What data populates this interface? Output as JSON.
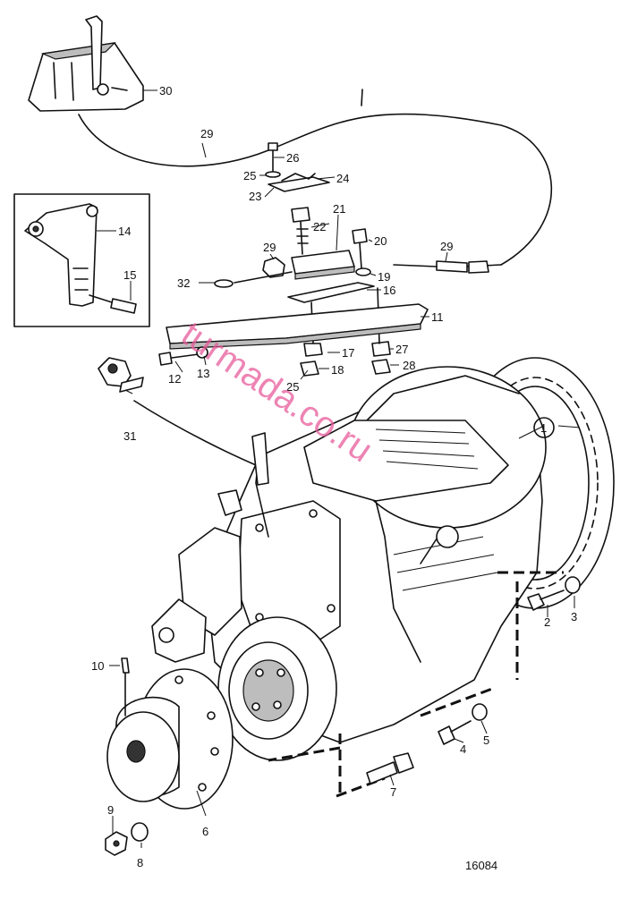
{
  "figure_number": "16084",
  "watermark": "turmada.co.ru",
  "callouts": [
    "1",
    "2",
    "3",
    "4",
    "5",
    "6",
    "7",
    "8",
    "9",
    "10",
    "11",
    "12",
    "13",
    "14",
    "15",
    "16",
    "17",
    "18",
    "19",
    "20",
    "21",
    "22",
    "23",
    "24",
    "25",
    "25",
    "26",
    "27",
    "28",
    "29",
    "29",
    "29",
    "30",
    "31",
    "32"
  ]
}
